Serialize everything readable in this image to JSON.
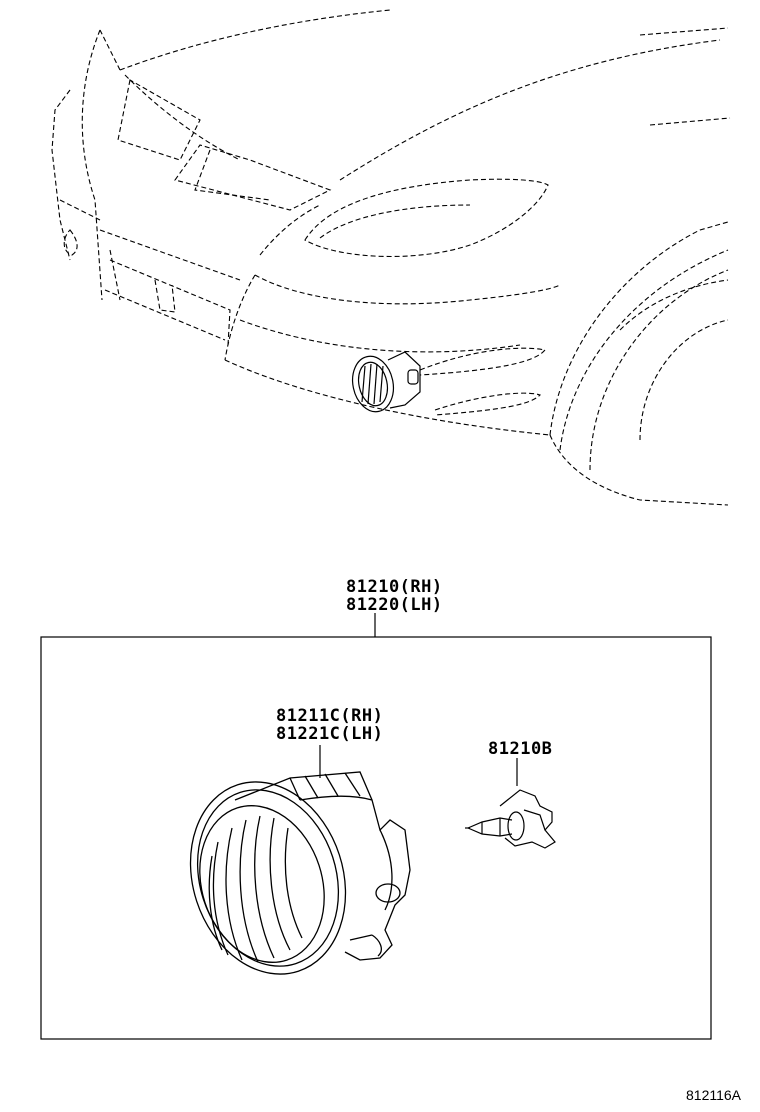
{
  "diagram": {
    "assembly_part": {
      "rh": "81210(RH)",
      "lh": "81220(LH)"
    },
    "lens_housing_part": {
      "rh": "81211C(RH)",
      "lh": "81221C(LH)"
    },
    "bulb_part": "81210B",
    "reference_code": "812116A"
  },
  "colors": {
    "line": "#000000",
    "background": "#ffffff"
  }
}
